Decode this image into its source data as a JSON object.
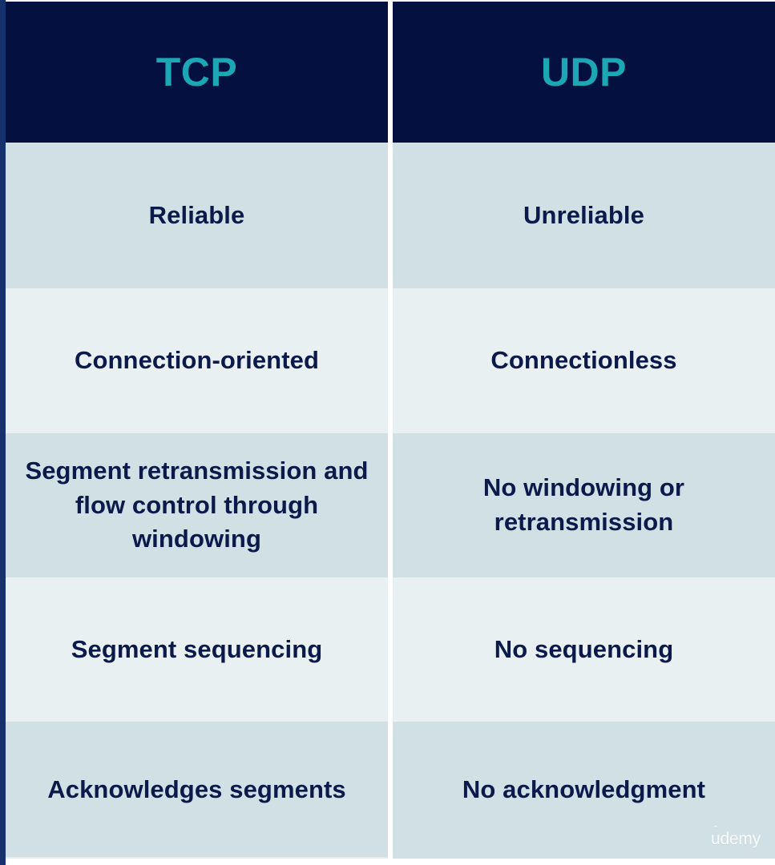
{
  "table": {
    "columns": [
      {
        "key": "tcp",
        "label": "TCP"
      },
      {
        "key": "udp",
        "label": "UDP"
      }
    ],
    "rows": [
      {
        "tcp": "Reliable",
        "udp": "Unreliable"
      },
      {
        "tcp": "Connection-oriented",
        "udp": "Connectionless"
      },
      {
        "tcp": "Segment retransmission and flow control through windowing",
        "udp": "No windowing or retransmission"
      },
      {
        "tcp": "Segment sequencing",
        "udp": "No sequencing"
      },
      {
        "tcp": "Acknowledges segments",
        "udp": "No acknowledgment"
      }
    ]
  },
  "watermark": {
    "hat": "ˆ",
    "u": "u",
    "rest": "demy",
    "full": "udemy"
  },
  "colors": {
    "header_background": "#041040",
    "header_text": "#1ba8b4",
    "body_text": "#0b1a4b",
    "row_shade_a": "#d0e0e4",
    "row_shade_b": "#e9f0f1",
    "left_strip": "#16316b",
    "divider": "#ffffff"
  }
}
